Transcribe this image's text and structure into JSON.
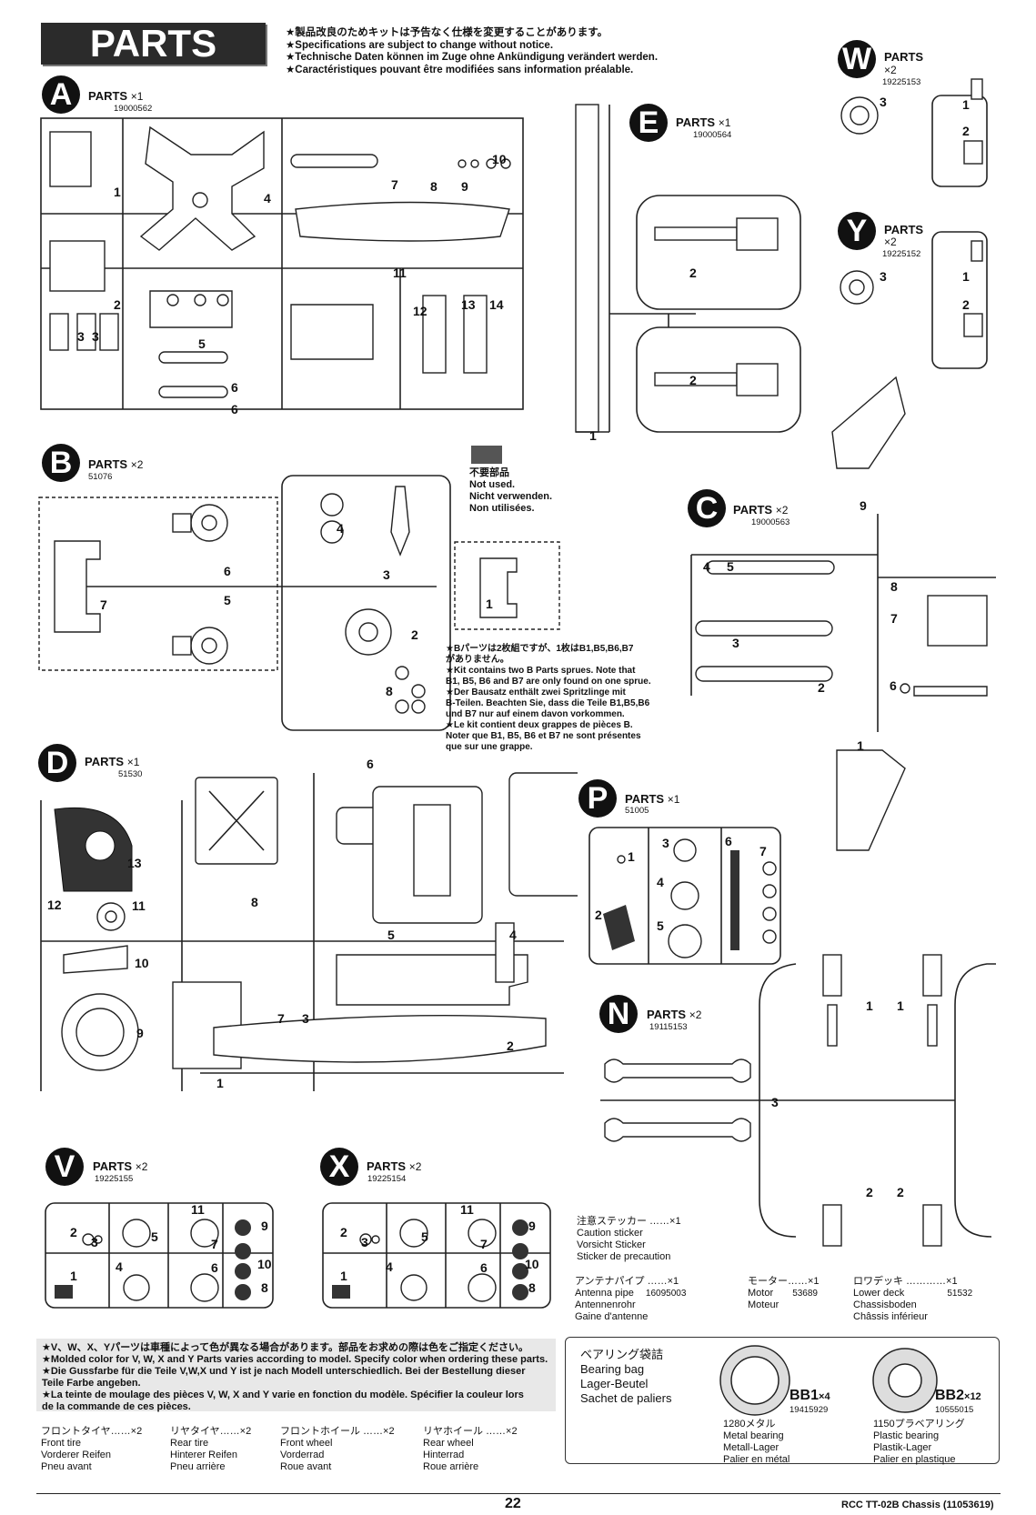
{
  "header": {
    "title": "PARTS",
    "notes": [
      "★製品改良のためキットは予告なく仕様を変更することがあります。",
      "★Specifications are subject to change without notice.",
      "★Technische Daten können im Zuge ohne Ankündigung verändert werden.",
      "★Caractéristiques pouvant être modifiées sans information préalable."
    ]
  },
  "sections": {
    "A": {
      "letter": "A",
      "label": "PARTS",
      "qty": "×1",
      "code": "19000562",
      "numbers": [
        "1",
        "2",
        "3",
        "3",
        "4",
        "5",
        "6",
        "6",
        "7",
        "8",
        "9",
        "10",
        "11",
        "12",
        "13",
        "14"
      ]
    },
    "E": {
      "letter": "E",
      "label": "PARTS",
      "qty": "×1",
      "code": "19000564",
      "numbers": [
        "1",
        "2",
        "2"
      ]
    },
    "W": {
      "letter": "W",
      "label": "PARTS",
      "qty": "×2",
      "code": "19225153",
      "numbers": [
        "1",
        "2",
        "3"
      ]
    },
    "Y": {
      "letter": "Y",
      "label": "PARTS",
      "qty": "×2",
      "code": "19225152",
      "numbers": [
        "1",
        "2",
        "3"
      ]
    },
    "B": {
      "letter": "B",
      "label": "PARTS",
      "qty": "×2",
      "code": "51076",
      "numbers": [
        "1",
        "2",
        "3",
        "4",
        "5",
        "6",
        "7",
        "8"
      ],
      "not_used": [
        "不要部品",
        "Not used.",
        "Nicht verwenden.",
        "Non utilisées."
      ],
      "note": [
        "★Bパーツは2枚組ですが、1枚はB1,B5,B6,B7",
        "がありません。",
        "★Kit contains two B Parts sprues. Note that",
        "B1, B5, B6 and B7 are only found on one sprue.",
        "★Der Bausatz enthält zwei Spritzlinge mit",
        "B-Teilen. Beachten Sie, dass die Teile B1,B5,B6",
        "und B7 nur auf einem davon vorkommen.",
        "★Le kit contient deux grappes de pièces B.",
        "Noter que B1, B5, B6 et B7 ne sont présentes",
        "que sur une grappe."
      ]
    },
    "C": {
      "letter": "C",
      "label": "PARTS",
      "qty": "×2",
      "code": "19000563",
      "numbers": [
        "1",
        "2",
        "3",
        "4",
        "5",
        "6",
        "7",
        "8",
        "9"
      ]
    },
    "D": {
      "letter": "D",
      "label": "PARTS",
      "qty": "×1",
      "code": "51530",
      "numbers": [
        "1",
        "2",
        "3",
        "4",
        "5",
        "6",
        "7",
        "8",
        "9",
        "10",
        "11",
        "12",
        "13"
      ]
    },
    "P": {
      "letter": "P",
      "label": "PARTS",
      "qty": "×1",
      "code": "51005",
      "numbers": [
        "1",
        "2",
        "3",
        "4",
        "5",
        "6",
        "7"
      ]
    },
    "N": {
      "letter": "N",
      "label": "PARTS",
      "qty": "×2",
      "code": "19115153",
      "numbers": [
        "1",
        "1",
        "2",
        "2",
        "3"
      ]
    },
    "V": {
      "letter": "V",
      "label": "PARTS",
      "qty": "×2",
      "code": "19225155",
      "numbers": [
        "1",
        "2",
        "3",
        "4",
        "5",
        "6",
        "7",
        "8",
        "9",
        "10",
        "11"
      ]
    },
    "X": {
      "letter": "X",
      "label": "PARTS",
      "qty": "×2",
      "code": "19225154",
      "numbers": [
        "1",
        "2",
        "3",
        "4",
        "5",
        "6",
        "7",
        "8",
        "9",
        "10",
        "11"
      ]
    }
  },
  "extras": {
    "sticker": {
      "jp": "注意ステッカー ……×1",
      "en": "Caution sticker",
      "de": "Vorsicht Sticker",
      "fr": "Sticker de precaution"
    },
    "antenna": {
      "jp": "アンテナパイプ ……×1",
      "en": "Antenna pipe",
      "code": "16095003",
      "de": "Antennenrohr",
      "fr": "Gaine d'antenne"
    },
    "motor": {
      "jp": "モーター……×1",
      "en": "Motor",
      "code": "53689",
      "fr": "Moteur"
    },
    "lower_deck": {
      "jp": "ロワデッキ …………×1",
      "en": "Lower deck",
      "code": "51532",
      "de": "Chassisboden",
      "fr": "Châssis inférieur"
    }
  },
  "color_note": [
    "★V、W、X、Yパーツは車種によって色が異なる場合があります。部品をお求めの際は色をご指定ください。",
    "★Molded color for V, W, X and Y Parts varies according to model. Specify color when ordering these parts.",
    "★Die Gussfarbe für die Teile V,W,X und Y ist je nach Modell unterschiedlich. Bei der Bestellung dieser",
    "Teile Farbe angeben.",
    "★La teinte de moulage des pièces V, W, X and Y varie en fonction du modèle. Spécifier la couleur lors",
    "de la commande de ces pièces."
  ],
  "wheels": [
    {
      "jp": "フロントタイヤ……×2",
      "en": "Front tire",
      "de": "Vorderer Reifen",
      "fr": "Pneu avant"
    },
    {
      "jp": "リヤタイヤ……×2",
      "en": "Rear tire",
      "de": "Hinterer Reifen",
      "fr": "Pneu arrière"
    },
    {
      "jp": "フロントホイール ……×2",
      "en": "Front wheel",
      "de": "Vorderrad",
      "fr": "Roue avant"
    },
    {
      "jp": "リヤホイール ……×2",
      "en": "Rear wheel",
      "de": "Hinterrad",
      "fr": "Roue arrière"
    }
  ],
  "bearing_bag": {
    "title_jp": "ベアリング袋詰",
    "en": "Bearing bag",
    "de": "Lager-Beutel",
    "fr": "Sachet de paliers",
    "bb1": {
      "label": "BB1",
      "qty": "×4",
      "code": "19415929",
      "jp": "1280メタル",
      "en": "Metal bearing",
      "de": "Metall-Lager",
      "fr": "Palier en métal"
    },
    "bb2": {
      "label": "BB2",
      "qty": "×12",
      "code": "10555015",
      "jp": "1150プラベアリング",
      "en": "Plastic bearing",
      "de": "Plastik-Lager",
      "fr": "Palier en plastique"
    }
  },
  "footer": {
    "page": "22",
    "doc": "RCC TT-02B Chassis (11053619)"
  }
}
